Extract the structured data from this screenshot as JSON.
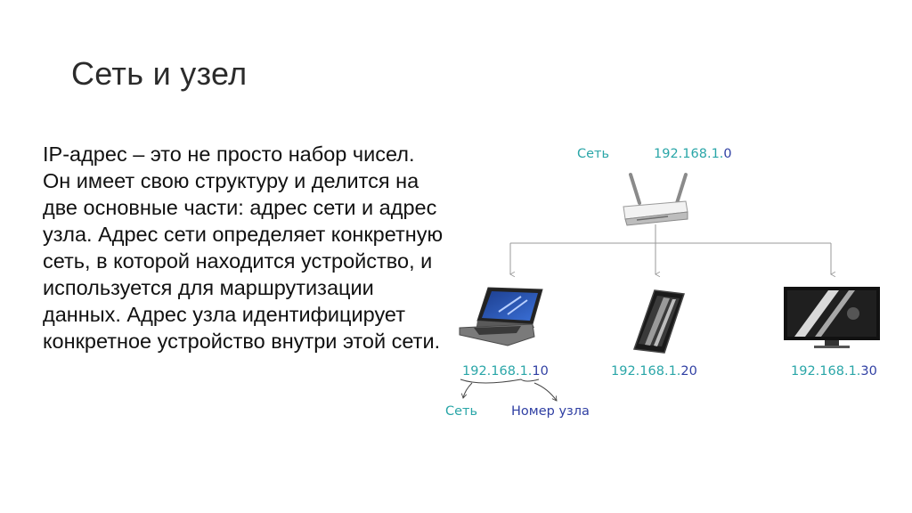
{
  "slide": {
    "title": "Сеть и узел",
    "text": "IP-адрес – это не просто набор чисел. Он имеет свою структуру и делится на две основные части: адрес сети и адрес узла. Адрес сети определяет конкретную сеть, в которой находится устройство, и используется для маршрутизации данных. Адрес узла идентифицирует конкретное устройство внутри этой сети."
  },
  "diagram": {
    "network_label": "Сеть",
    "network_address": {
      "network_part": "192.168.1.",
      "host_part": "0"
    },
    "devices": [
      {
        "type": "laptop-icon",
        "address": {
          "network_part": "192.168.1.",
          "host_part": "10"
        }
      },
      {
        "type": "smartphone-icon",
        "address": {
          "network_part": "192.168.1.",
          "host_part": "20"
        }
      },
      {
        "type": "monitor-icon",
        "address": {
          "network_part": "192.168.1.",
          "host_part": "30"
        }
      }
    ],
    "legend": {
      "network": "Сеть",
      "host": "Номер узла"
    },
    "colors": {
      "network": "#2aa6a8",
      "host": "#2f3fa3",
      "line": "#999999"
    }
  }
}
